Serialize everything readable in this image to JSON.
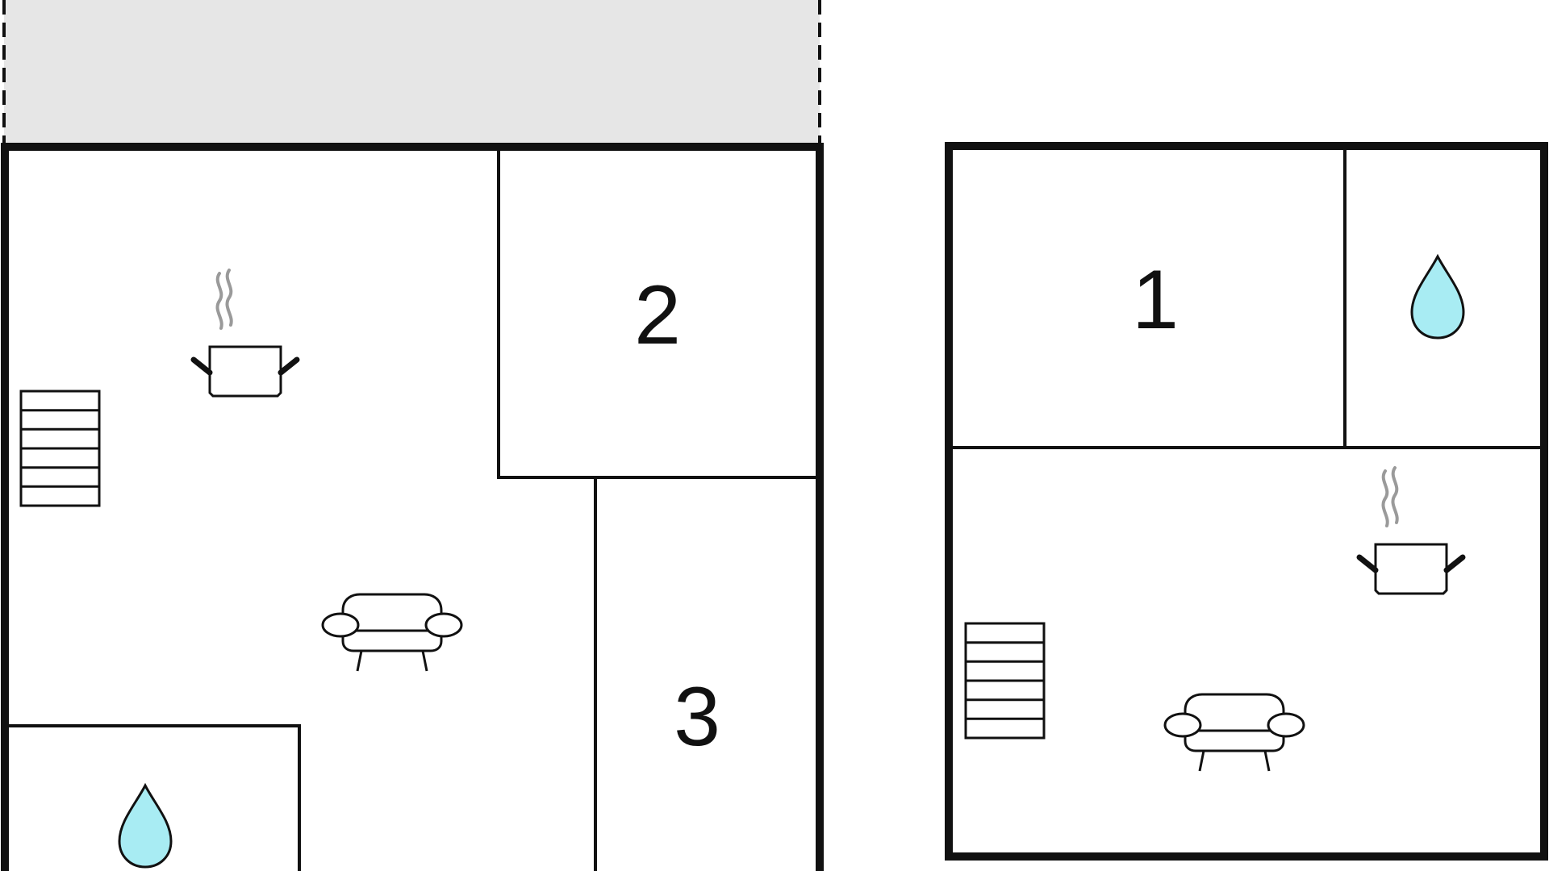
{
  "floor_plans": [
    {
      "id": "ground",
      "rooms": [
        {
          "label": "",
          "type": "terrace"
        },
        {
          "label": "",
          "type": "living-kitchen"
        },
        {
          "label": "2",
          "type": "bedroom"
        },
        {
          "label": "3",
          "type": "bedroom"
        },
        {
          "label": "",
          "type": "bathroom"
        }
      ]
    },
    {
      "id": "upper",
      "rooms": [
        {
          "label": "1",
          "type": "bedroom"
        },
        {
          "label": "",
          "type": "bathroom"
        },
        {
          "label": "",
          "type": "living-kitchen"
        }
      ]
    }
  ],
  "icons": {
    "kitchen": "cooking-pot-icon",
    "living": "sofa-icon",
    "stairs": "staircase-icon",
    "bathroom": "water-drop-icon"
  },
  "colors": {
    "wall": "#111111",
    "terrace": "#e6e6e6",
    "water": "#a8ecf3",
    "steam": "#9a9a9a"
  }
}
